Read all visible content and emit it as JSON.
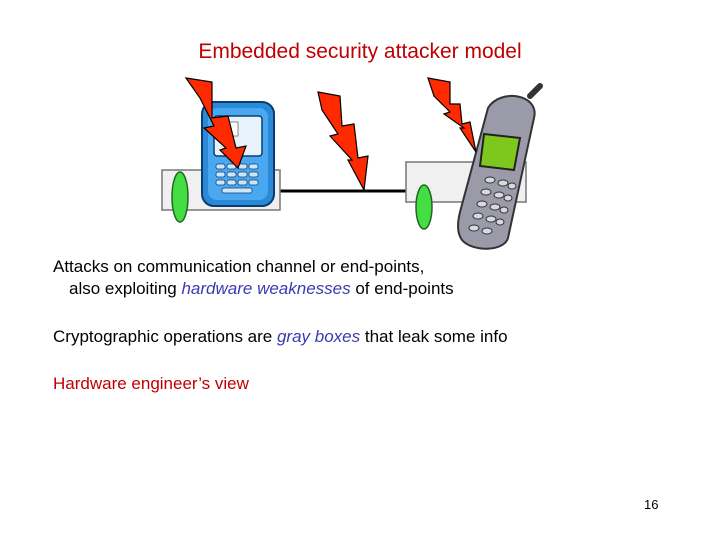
{
  "slide": {
    "title": "Embedded security  attacker model",
    "bullet1": {
      "line1": "Attacks on communication channel or end-points,",
      "line2_pre": "also exploiting ",
      "line2_emph": "hardware weaknesses",
      "line2_post": " of end-points"
    },
    "bullet2": {
      "pre": "Cryptographic operations are ",
      "emph": "gray boxes",
      "post": " that leak some info"
    },
    "bullet3": "Hardware engineer’s view",
    "page_number": "16"
  },
  "colors": {
    "title": "#c00000",
    "emphasis": "#3b3bb0",
    "bolt_fill": "#ff2a00",
    "ellipse_fill": "#44dd44",
    "box_fill": "#f0f0f0",
    "pda_body": "#2a8ad8",
    "phone_body": "#9a9aa8",
    "phone_screen": "#7ec81e"
  },
  "icons": [
    "lightning-bolt-icon",
    "pda-device-icon",
    "mobile-phone-icon"
  ]
}
